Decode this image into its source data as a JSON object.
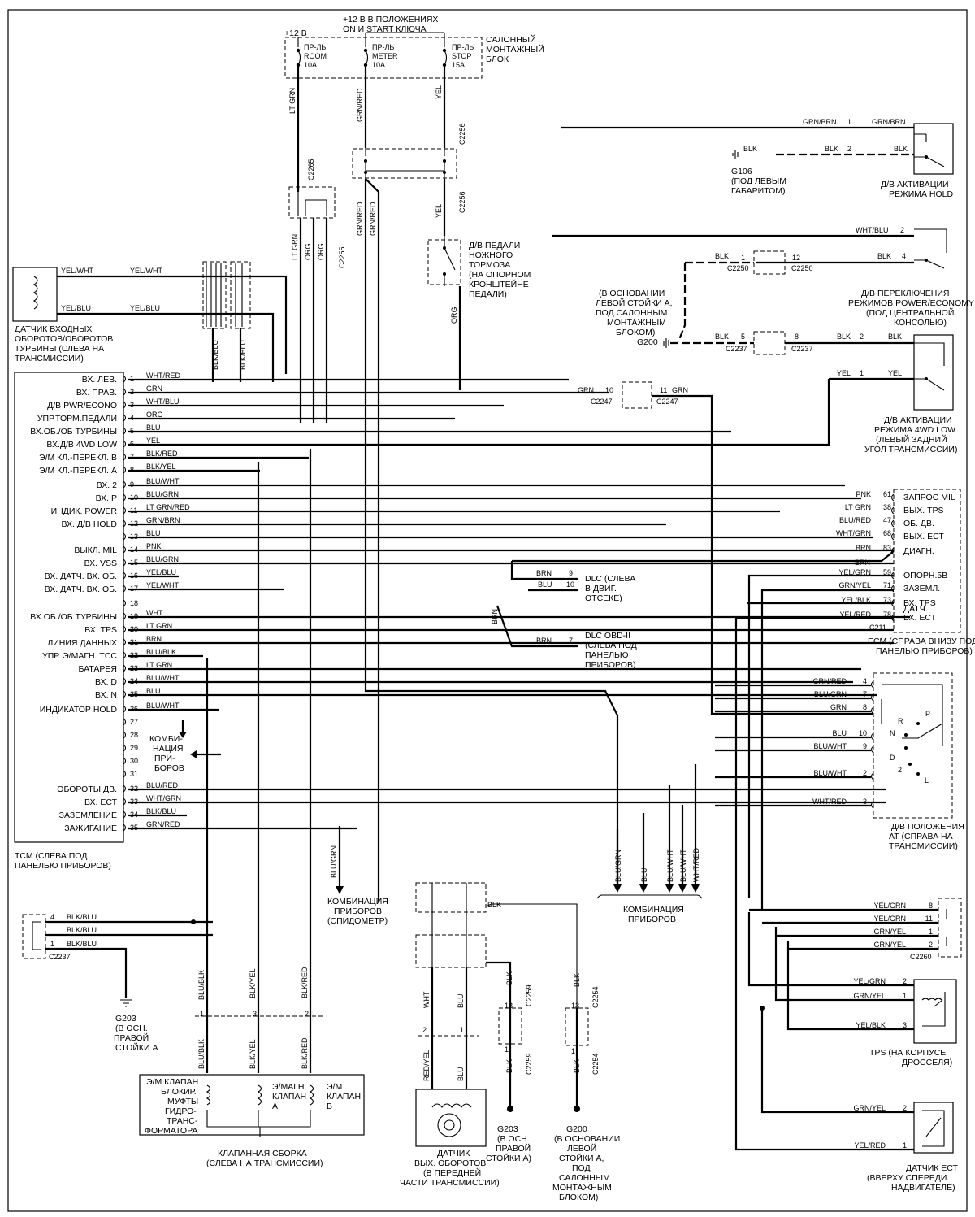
{
  "fuse_block": {
    "supply_12v": "+12 В",
    "supply_ign_line1": "+12 В В ПОЛОЖЕНИЯХ",
    "supply_ign_line2": "ON И START КЛЮЧА",
    "fuse_room": [
      "ПР-ЛЬ",
      "ROOM",
      "10A"
    ],
    "fuse_meter": [
      "ПР-ЛЬ",
      "METER",
      "10A"
    ],
    "fuse_stop": [
      "ПР-ЛЬ",
      "STOP",
      "15A"
    ],
    "label": [
      "САЛОННЫЙ",
      "МОНТАЖНЫЙ",
      "БЛОК"
    ]
  },
  "tcm": {
    "caption": [
      "ТСМ (СЛЕВА ПОД",
      "ПАНЕЛЬЮ ПРИБОРОВ)"
    ],
    "pins": [
      {
        "label": "ВХ. ЛЕВ.",
        "num": "1",
        "wire": "WHT/RED"
      },
      {
        "label": "ВХ. ПРАВ.",
        "num": "2",
        "wire": "GRN"
      },
      {
        "label": "Д/В PWR/ECONO",
        "num": "3",
        "wire": "WHT/BLU"
      },
      {
        "label": "УПР.ТОРМ.ПЕДАЛИ",
        "num": "4",
        "wire": "ORG"
      },
      {
        "label": "ВХ.ОБ./ОБ ТУРБИНЫ",
        "num": "5",
        "wire": "BLU"
      },
      {
        "label": "ВХ.Д/В 4WD LOW",
        "num": "6",
        "wire": "YEL"
      },
      {
        "label": "Э/М КЛ.-ПЕРЕКЛ. В",
        "num": "7",
        "wire": "BLK/RED"
      },
      {
        "label": "Э/М КЛ.-ПЕРЕКЛ. А",
        "num": "8",
        "wire": "BLK/YEL"
      },
      {
        "label": "ВХ. 2",
        "num": "9",
        "wire": "BLU/WHT"
      },
      {
        "label": "ВХ. Р",
        "num": "10",
        "wire": "BLU/GRN"
      },
      {
        "label": "ИНДИК. POWER",
        "num": "11",
        "wire": "LT GRN/RED"
      },
      {
        "label": "ВХ. Д/В HOLD",
        "num": "12",
        "wire": "GRN/BRN"
      },
      {
        "label": "",
        "num": "13",
        "wire": "BLU"
      },
      {
        "label": "ВЫКЛ. MIL",
        "num": "14",
        "wire": "PNK"
      },
      {
        "label": "ВХ. VSS",
        "num": "15",
        "wire": "BLU/GRN"
      },
      {
        "label": "ВХ. ДАТЧ. ВХ. ОБ.",
        "num": "16",
        "wire": "YEL/BLU"
      },
      {
        "label": "ВХ. ДАТЧ. ВХ. ОБ.",
        "num": "17",
        "wire": "YEL/WHT"
      },
      {
        "label": "",
        "num": "18",
        "wire": ""
      },
      {
        "label": "ВХ.ОБ./ОБ ТУРБИНЫ",
        "num": "19",
        "wire": "WHT"
      },
      {
        "label": "ВХ. TPS",
        "num": "20",
        "wire": "LT GRN"
      },
      {
        "label": "ЛИНИЯ ДАННЫХ",
        "num": "21",
        "wire": "BRN"
      },
      {
        "label": "УПР. Э/МАГН. ТСС",
        "num": "22",
        "wire": "BLU/BLK"
      },
      {
        "label": "БАТАРЕЯ",
        "num": "23",
        "wire": "LT GRN"
      },
      {
        "label": "ВХ. D",
        "num": "24",
        "wire": "BLU/WHT"
      },
      {
        "label": "ВХ. N",
        "num": "25",
        "wire": "BLU"
      },
      {
        "label": "ИНДИКАТОР HOLD",
        "num": "26",
        "wire": "BLU/WHT"
      },
      {
        "label": "",
        "num": "27",
        "wire": ""
      },
      {
        "label": "",
        "num": "28",
        "wire": ""
      },
      {
        "label": "",
        "num": "29",
        "wire": ""
      },
      {
        "label": "",
        "num": "30",
        "wire": ""
      },
      {
        "label": "",
        "num": "31",
        "wire": ""
      },
      {
        "label": "ОБОРОТЫ ДВ.",
        "num": "32",
        "wire": "BLU/RED"
      },
      {
        "label": "ВХ. ЕСТ",
        "num": "33",
        "wire": "WHT/GRN"
      },
      {
        "label": "ЗАЗЕМЛЕНИЕ",
        "num": "34",
        "wire": "BLK/BLU"
      },
      {
        "label": "ЗАЖИГАНИЕ",
        "num": "35",
        "wire": "GRN/RED"
      }
    ],
    "cluster_label": [
      "КОМБИ-",
      "НАЦИЯ",
      "ПРИ-",
      "БОРОВ"
    ]
  },
  "turbine_sensor": {
    "wire1": "YEL/WHT",
    "wire2": "YEL/BLU",
    "label": [
      "ДАТЧИК ВХОДНЫХ",
      "ОБОРОТОВ/ОБОРОТОВ",
      "ТУРБИНЫ (СЛЕВА НА",
      "ТРАНСМИССИИ)"
    ]
  },
  "vertical_wires": {
    "lt_grn": "LT GRN",
    "grn_red": "GRN/RED",
    "yel": "YEL",
    "org": "ORG",
    "blk_blu": "BLK/BLU",
    "blu_grn": "BLU/GRN",
    "c2265": "C2265",
    "c2255": "C2255",
    "c2256": "C2256"
  },
  "brake_switch": {
    "label": [
      "Д/В ПЕДАЛИ",
      "НОЖНОГО",
      "ТОРМОЗА",
      "(НА ОПОРНОМ",
      "КРОНШТЕЙНЕ",
      "ПЕДАЛИ)"
    ]
  },
  "hold_switch": {
    "wire1": "GRN/BRN",
    "wire2": "BLK",
    "ground": "G106",
    "ground_label": [
      "(ПОД ЛЕВЫМ",
      "ГАБАРИТОМ)"
    ],
    "label": [
      "Д/В АКТИВАЦИИ",
      "РЕЖИМА HOLD"
    ]
  },
  "power_switch": {
    "wire": "WHT/BLU",
    "blk": "BLK",
    "c2250": "C2250",
    "label": [
      "Д/В ПЕРЕКЛЮЧЕНИЯ",
      "РЕЖИМОВ POWER/ECONOMY",
      "(ПОД ЦЕНТРАЛЬНОЙ",
      "КОНСОЛЬЮ)"
    ]
  },
  "g200_left": {
    "ground": "G200",
    "label": [
      "(В ОСНОВАНИИ",
      "ЛЕВОЙ СТОЙКИ А,",
      "ПОД САЛОННЫМ",
      "МОНТАЖНЫМ",
      "БЛОКОМ)"
    ],
    "c2237": "C2237"
  },
  "low_switch": {
    "wire": "YEL",
    "grn": "GRN",
    "c2247": "C2247",
    "label": [
      "Д/В АКТИВАЦИИ",
      "РЕЖИМА 4WD LOW",
      "(ЛЕВЫЙ ЗАДНИЙ",
      "УГОЛ ТРАНСМИССИИ)"
    ]
  },
  "ecm": {
    "connector": "C211",
    "pins": [
      {
        "wire": "PNK",
        "num": "61",
        "label": "ЗАПРОС MIL"
      },
      {
        "wire": "LT GRN",
        "num": "38",
        "label": "ВЫХ. TPS"
      },
      {
        "wire": "BLU/RED",
        "num": "47",
        "label": "ОБ. ДВ."
      },
      {
        "wire": "WHT/GRN",
        "num": "68",
        "label": "ВЫХ. ЕСТ"
      },
      {
        "wire": "BRN",
        "num": "83",
        "label": "ДИАГН."
      },
      {
        "wire": "YEL/GRN",
        "num": "59",
        "label": "ОПОРН.5В"
      },
      {
        "wire": "GRN/YEL",
        "num": "71",
        "label": "ЗАЗЕМЛ."
      },
      {
        "wire": "",
        "num": "",
        "label": "ДАТЧ."
      },
      {
        "wire": "YEL/BLK",
        "num": "73",
        "label": "ВХ. TPS"
      },
      {
        "wire": "YEL/RED",
        "num": "78",
        "label": "ВХ. ЕСТ"
      }
    ],
    "brn_extra": "BRN",
    "label": [
      "ЕСМ (СПРАВА ВНИЗУ ПОД",
      "ПАНЕЛЬЮ ПРИБОРОВ)"
    ]
  },
  "dlc": {
    "brn": "BRN",
    "blu": "BLU",
    "p9": "9",
    "p10": "10",
    "label": [
      "DLC (СЛЕВА",
      "В ДВИГ.",
      "ОТСЕКЕ)"
    ],
    "obd_pin": "7",
    "obd_label": [
      "DLC OBD-II",
      "(СЛЕВА ПОД",
      "ПАНЕЛЬЮ",
      "ПРИБОРОВ)"
    ]
  },
  "range_switch": {
    "pins": [
      {
        "wire": "GRN/RED",
        "num": "4"
      },
      {
        "wire": "BLU/GRN",
        "num": "7"
      },
      {
        "wire": "GRN",
        "num": "8"
      },
      {
        "wire": "BLU",
        "num": "10"
      },
      {
        "wire": "BLU/WHT",
        "num": "9"
      },
      {
        "wire": "BLU/WHT",
        "num": "2"
      },
      {
        "wire": "WHT/RED",
        "num": "3"
      }
    ],
    "positions": [
      "P",
      "R",
      "N",
      "D",
      "2",
      "L"
    ],
    "label": [
      "Д/В ПОЛОЖЕНИЯ",
      "АТ (СПРАВА НА",
      "ТРАНСМИССИИ)"
    ]
  },
  "cluster_bottom": {
    "wires": [
      "BLU/GRN",
      "BLU",
      "BLU/WHT",
      "BLU/WHT",
      "WHT/RED"
    ],
    "label": [
      "КОМБИНАЦИЯ",
      "ПРИБОРОВ"
    ]
  },
  "speedo": {
    "wire": "BLU/GRN",
    "label": [
      "КОМБИНАЦИЯ",
      "ПРИБОРОВ",
      "(СПИДОМЕТР)"
    ]
  },
  "c2237_bottom": {
    "pin4": "4",
    "pin1": "1",
    "wire1": "BLK/BLU",
    "wire2": "BLK/BLU",
    "wire3": "BLK/BLU",
    "connector": "C2237",
    "ground": "G203",
    "ground_label": [
      "(В ОСН.",
      "ПРАВОЙ",
      "СТОЙКИ А"
    ]
  },
  "valves": {
    "upper_wires": [
      "BLU/BLK",
      "BLK/YEL",
      "BLK/RED"
    ],
    "pins": [
      "1",
      "3",
      "2"
    ],
    "tcc": [
      "Э/М КЛАПАН",
      "БЛОКИР.",
      "МУФТЫ",
      "ГИДРО-",
      "ТРАНС-",
      "ФОРМАТОРА"
    ],
    "a": [
      "Э/МАГН.",
      "КЛАПАН",
      "А"
    ],
    "b": [
      "Э/М",
      "КЛАПАН",
      "В"
    ],
    "label": [
      "КЛАПАННАЯ СБОРКА",
      "(СЛЕВА НА ТРАНСМИССИИ)"
    ]
  },
  "output_sensor": {
    "wires": [
      "WHT",
      "BLU",
      "RED/YEL",
      "BLU"
    ],
    "pins": [
      "2",
      "1"
    ],
    "blk": "BLK",
    "label": [
      "ДАТЧИК",
      "ВЫХ. ОБОРОТОВ",
      "(В ПЕРЕДНЕЙ",
      "ЧАСТИ ТРАНСМИССИИ)"
    ]
  },
  "g203_mid": {
    "wire": "BLK",
    "c2259": "C2259",
    "pin13": "13",
    "pin1": "1",
    "ground": "G203",
    "label": [
      "(В ОСН.",
      "ПРАВОЙ",
      "СТОЙКИ А)"
    ]
  },
  "g200_bottom": {
    "wire": "BLK",
    "c2254": "C2254",
    "pin13": "13",
    "pin1": "1",
    "ground": "G200",
    "label": [
      "(В ОСНОВАНИИ",
      "ЛЕВОЙ",
      "СТОЙКИ А,",
      "ПОД",
      "САЛОННЫМ",
      "МОНТАЖНЫМ",
      "БЛОКОМ)"
    ]
  },
  "c2260": {
    "connector": "C2260",
    "pins": [
      {
        "wire": "YEL/GRN",
        "num": "8"
      },
      {
        "wire": "YEL/GRN",
        "num": "11"
      },
      {
        "wire": "GRN/YEL",
        "num": "1"
      },
      {
        "wire": "GRN/YEL",
        "num": "2"
      }
    ]
  },
  "tps": {
    "pins": [
      {
        "wire": "YEL/GRN",
        "num": "2"
      },
      {
        "wire": "GRN/YEL",
        "num": "1"
      },
      {
        "wire": "YEL/BLK",
        "num": "3"
      }
    ],
    "label": [
      "TPS (НА КОРПУСЕ",
      "ДРОССЕЛЯ)"
    ]
  },
  "ect": {
    "pins": [
      {
        "wire": "GRN/YEL",
        "num": "2"
      },
      {
        "wire": "YEL/RED",
        "num": "1"
      }
    ],
    "label": [
      "ДАТЧИК ЕСТ",
      "(ВВЕРХУ СПЕРЕДИ",
      "НАДВИГАТЕЛЕ)"
    ]
  }
}
